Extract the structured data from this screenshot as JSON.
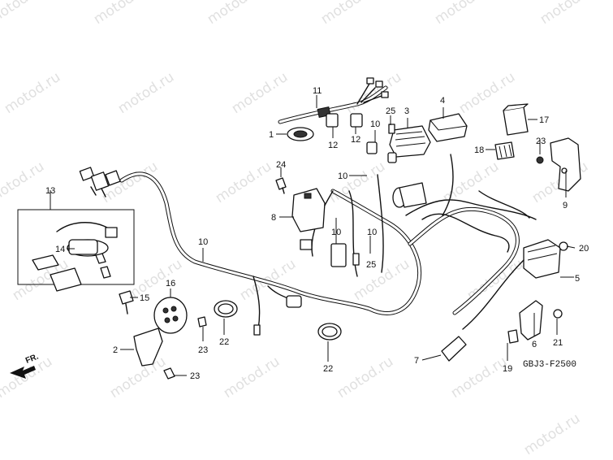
{
  "watermark": "motod.ru",
  "diagram_code": "GBJ3-F2500",
  "direction_label": "FR.",
  "callouts": {
    "c1": "1",
    "c2": "2",
    "c3": "3",
    "c4": "4",
    "c5": "5",
    "c6": "6",
    "c7": "7",
    "c8": "8",
    "c9": "9",
    "c10a": "10",
    "c10b": "10",
    "c10c": "10",
    "c10d": "10",
    "c10e": "10",
    "c11": "11",
    "c12a": "12",
    "c12b": "12",
    "c13": "13",
    "c14": "14",
    "c15": "15",
    "c16": "16",
    "c17": "17",
    "c18": "18",
    "c19": "19",
    "c20": "20",
    "c21": "21",
    "c22a": "22",
    "c22b": "22",
    "c23a": "23",
    "c23b": "23",
    "c23c": "23",
    "c24": "24",
    "c25a": "25",
    "c25b": "25"
  }
}
